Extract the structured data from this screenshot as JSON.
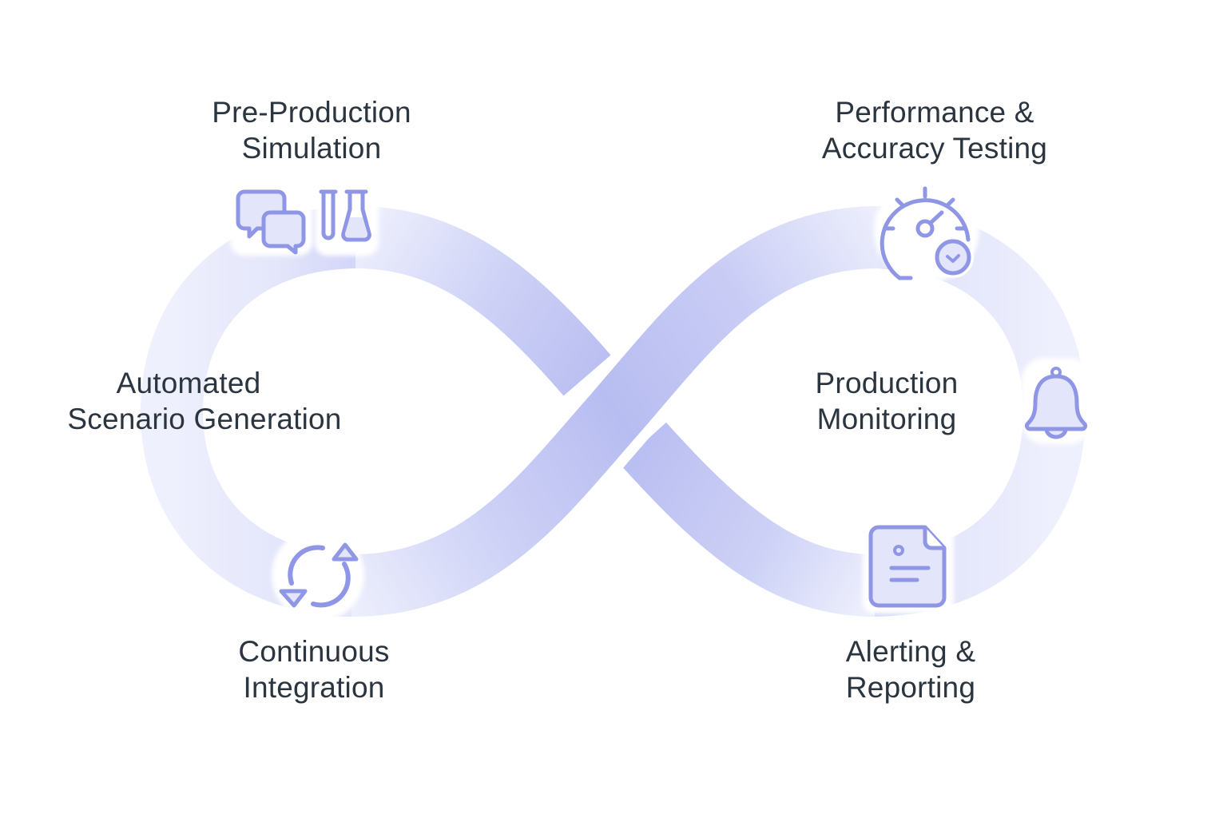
{
  "diagram": {
    "type": "infinity-loop",
    "colors": {
      "band_light": "#eceefc",
      "band_mid": "#cdd0f5",
      "band_dark": "#b6bbf1",
      "icon_stroke": "#8f96e6",
      "icon_fill": "#e3e5fb",
      "text": "#2b3540",
      "background": "#ffffff"
    },
    "stages": [
      {
        "id": "pre-production-simulation",
        "lines": [
          "Pre-Production",
          "Simulation"
        ],
        "icons": [
          "chat-bubbles-icon",
          "test-tubes-icon"
        ]
      },
      {
        "id": "performance-accuracy-testing",
        "lines": [
          "Performance &",
          "Accuracy Testing"
        ],
        "icons": [
          "gauge-check-icon"
        ]
      },
      {
        "id": "automated-scenario-generation",
        "lines": [
          "Automated",
          "Scenario Generation"
        ],
        "icons": []
      },
      {
        "id": "production-monitoring",
        "lines": [
          "Production",
          "Monitoring"
        ],
        "icons": [
          "bell-icon"
        ]
      },
      {
        "id": "continuous-integration",
        "lines": [
          "Continuous",
          "Integration"
        ],
        "icons": [
          "refresh-cycle-icon"
        ]
      },
      {
        "id": "alerting-reporting",
        "lines": [
          "Alerting &",
          "Reporting"
        ],
        "icons": [
          "document-icon"
        ]
      }
    ]
  }
}
